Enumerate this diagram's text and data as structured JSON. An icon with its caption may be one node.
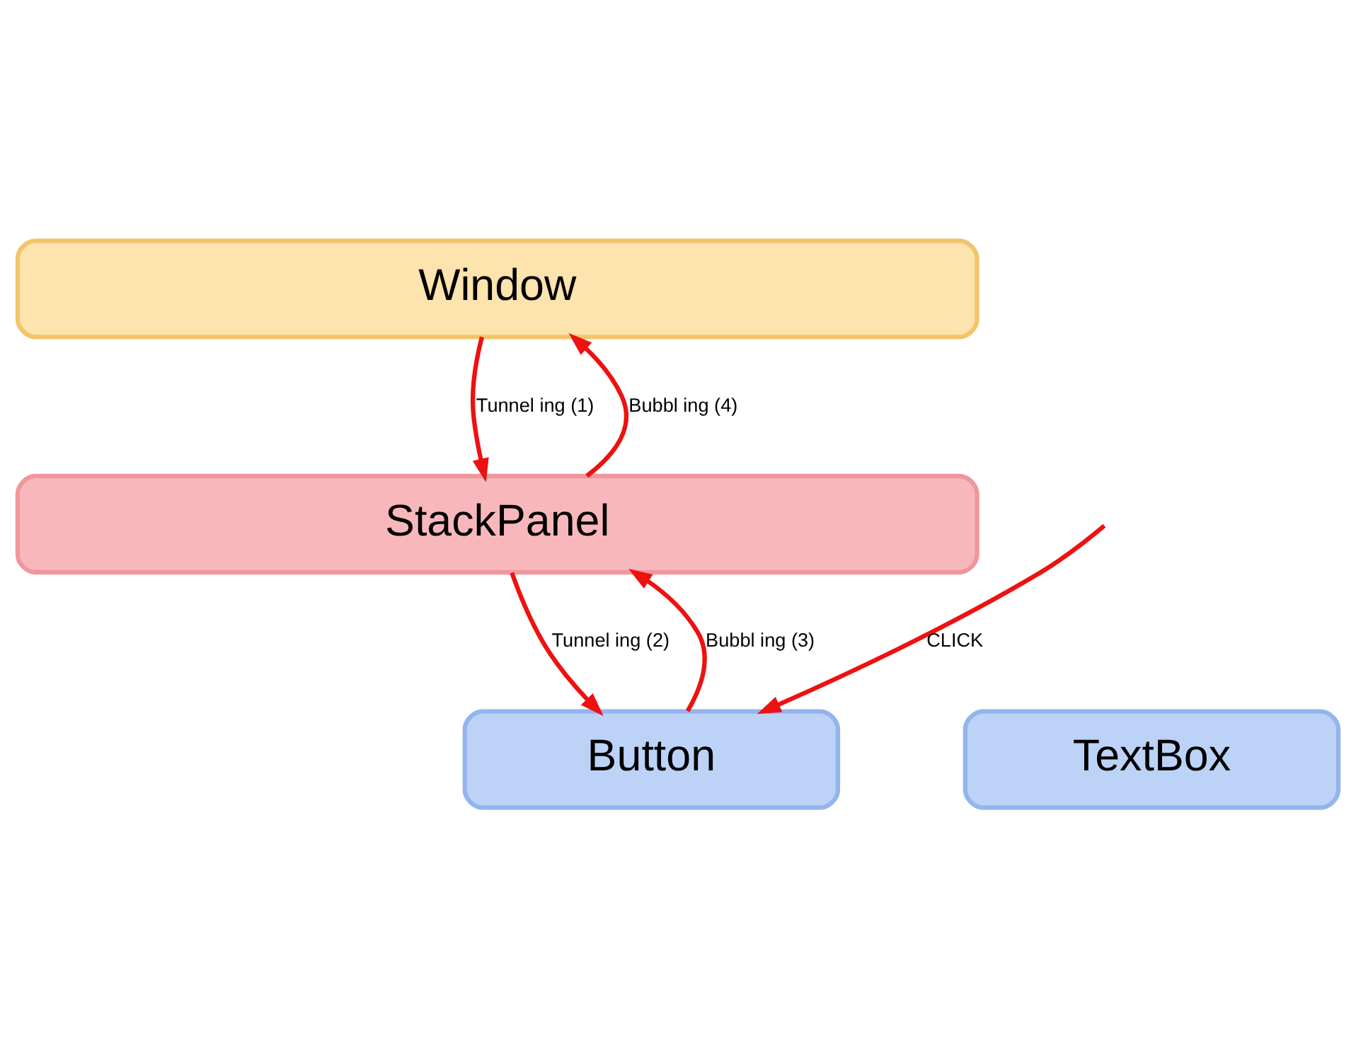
{
  "diagram": {
    "nodes": [
      {
        "text": [
          "Window"
        ]
      },
      {
        "text": [
          "StackPanel"
        ]
      },
      {
        "text": [
          "Button"
        ]
      },
      {
        "text": [
          "TextBox"
        ]
      }
    ],
    "edges": [
      {
        "from": 0,
        "to": 1,
        "arrow": "to",
        "label": "Tunnel ing (1)"
      },
      {
        "from": 1,
        "to": 0,
        "arrow": "to",
        "label": "Bubbl ing (4)"
      },
      {
        "from": 1,
        "to": 2,
        "arrow": "to",
        "label": "Tunnel ing (2)"
      },
      {
        "from": 2,
        "to": 1,
        "arrow": "to",
        "label": "Bubbl ing (3)"
      },
      {
        "from": null,
        "to": 2,
        "arrow": "to",
        "label": "CLICK"
      }
    ]
  }
}
